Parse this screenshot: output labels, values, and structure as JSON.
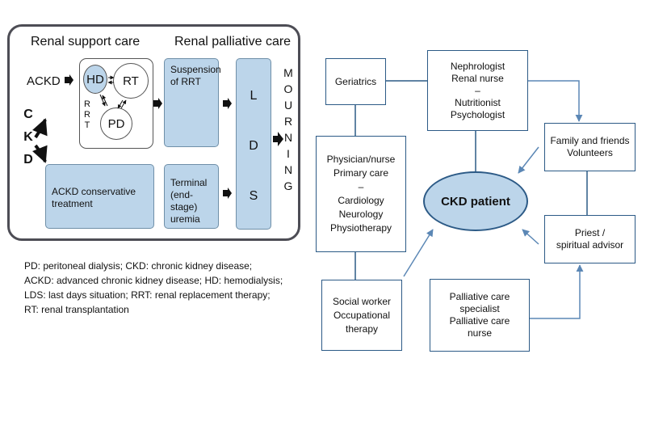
{
  "left": {
    "heading_support": "Renal support care",
    "heading_palliative": "Renal palliative care",
    "ackd_label": "ACKD",
    "ckd_letters": [
      "C",
      "K",
      "D"
    ],
    "rrt_letters": [
      "R",
      "R",
      "T"
    ],
    "mourning_letters": [
      "M",
      "O",
      "U",
      "R",
      "N",
      "I",
      "N",
      "G"
    ],
    "lds_letters": [
      "L",
      "D",
      "S"
    ],
    "circles": {
      "hd": "HD",
      "rt": "RT",
      "pd": "PD"
    },
    "boxes": {
      "suspension": "Suspension of RRT",
      "conservative": "ACKD conservative treatment",
      "terminal": "Terminal (end-stage) uremia"
    },
    "legend": [
      "PD: peritoneal dialysis; CKD: chronic kidney disease;",
      "ACKD: advanced chronic kidney disease; HD: hemodialysis;",
      "LDS: last days situation; RRT: renal replacement therapy;",
      "RT: renal transplantation"
    ]
  },
  "right": {
    "center": "CKD patient",
    "geriatrics": "Geriatrics",
    "nephrologist": [
      "Nephrologist",
      "Renal nurse",
      "–",
      "Nutritionist",
      "Psychologist"
    ],
    "physician": [
      "Physician/nurse",
      "Primary care",
      "–",
      "Cardiology",
      "Neurology",
      "Physiotherapy"
    ],
    "family": [
      "Family and friends",
      "Volunteers"
    ],
    "priest": [
      "Priest /",
      "spiritual advisor"
    ],
    "social": [
      "Social worker",
      "Occupational",
      "therapy"
    ],
    "palliative": [
      "Palliative care",
      "specialist",
      "Palliative care",
      "nurse"
    ]
  },
  "colors": {
    "box_fill": "#bcd5ea",
    "line_blue": "#2c5a86",
    "arrow_blue": "#5b87b5"
  }
}
